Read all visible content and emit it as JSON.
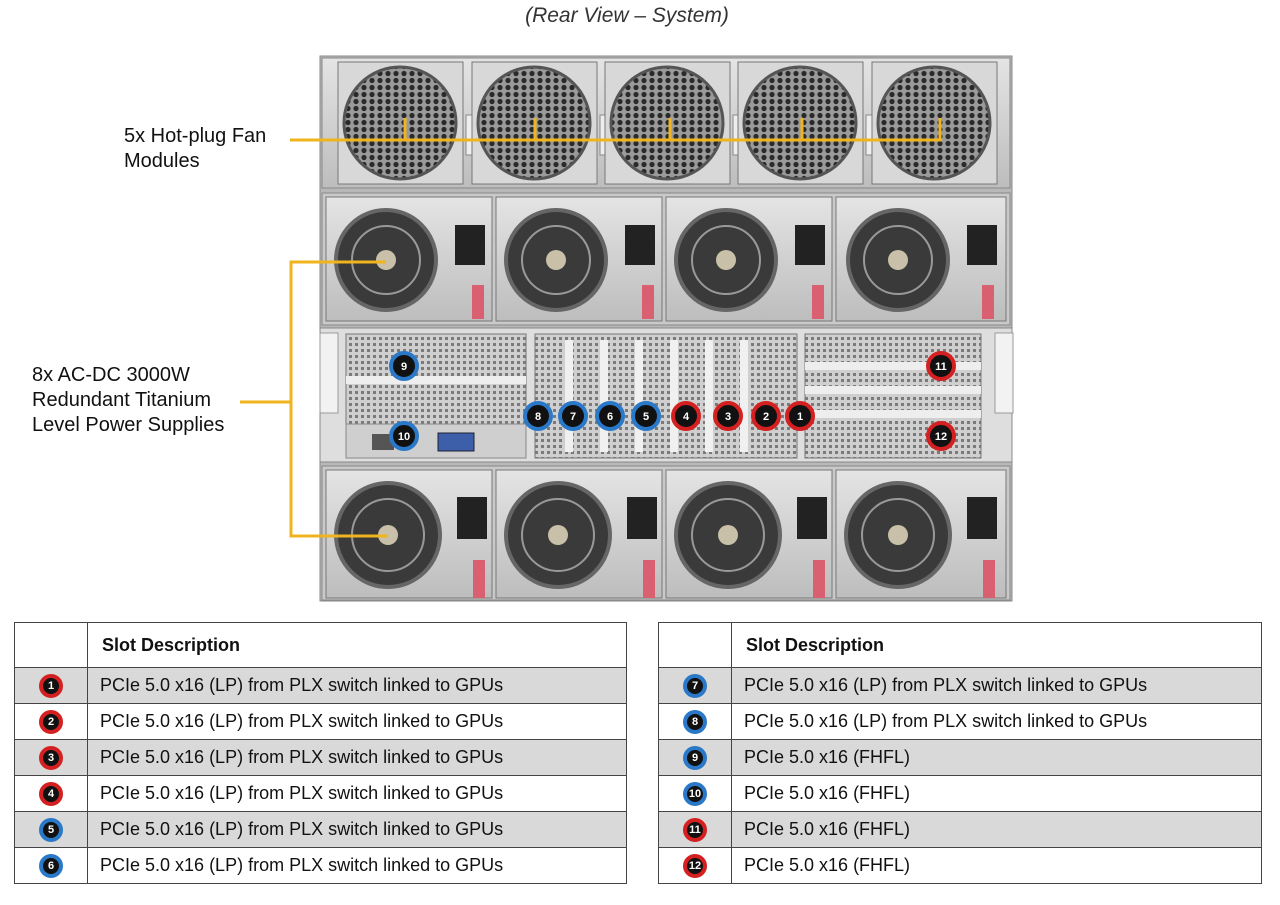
{
  "title": "(Rear View – System)",
  "callouts": {
    "fans": [
      "5x Hot-plug Fan",
      "Modules"
    ],
    "psus": [
      "8x AC-DC 3000W",
      "Redundant Titanium",
      "Level Power Supplies"
    ]
  },
  "colors": {
    "red_ring": "#d42020",
    "blue_ring": "#2a78c8",
    "leader": "#f0b41e",
    "row_shade": "#d9d9d9"
  },
  "chassis_slot_markers": [
    {
      "n": "1",
      "color": "red"
    },
    {
      "n": "2",
      "color": "red"
    },
    {
      "n": "3",
      "color": "red"
    },
    {
      "n": "4",
      "color": "red"
    },
    {
      "n": "5",
      "color": "blue"
    },
    {
      "n": "6",
      "color": "blue"
    },
    {
      "n": "7",
      "color": "blue"
    },
    {
      "n": "8",
      "color": "blue"
    },
    {
      "n": "9",
      "color": "blue"
    },
    {
      "n": "10",
      "color": "blue"
    },
    {
      "n": "11",
      "color": "red"
    },
    {
      "n": "12",
      "color": "red"
    }
  ],
  "tables": [
    {
      "header": "Slot  Description",
      "rows": [
        {
          "n": "1",
          "color": "red",
          "desc": "PCIe 5.0 x16 (LP) from PLX switch linked to GPUs"
        },
        {
          "n": "2",
          "color": "red",
          "desc": "PCIe 5.0 x16 (LP) from PLX switch linked to GPUs"
        },
        {
          "n": "3",
          "color": "red",
          "desc": "PCIe 5.0 x16 (LP) from PLX switch linked to GPUs"
        },
        {
          "n": "4",
          "color": "red",
          "desc": "PCIe 5.0 x16 (LP) from PLX switch linked to GPUs"
        },
        {
          "n": "5",
          "color": "blue",
          "desc": "PCIe 5.0 x16 (LP) from PLX switch linked to GPUs"
        },
        {
          "n": "6",
          "color": "blue",
          "desc": "PCIe 5.0 x16 (LP) from PLX switch linked to GPUs"
        }
      ]
    },
    {
      "header": "Slot  Description",
      "rows": [
        {
          "n": "7",
          "color": "blue",
          "desc": "PCIe 5.0 x16 (LP) from PLX switch linked to GPUs"
        },
        {
          "n": "8",
          "color": "blue",
          "desc": "PCIe 5.0 x16 (LP) from PLX switch linked to GPUs"
        },
        {
          "n": "9",
          "color": "blue",
          "desc": "PCIe 5.0 x16 (FHFL)"
        },
        {
          "n": "10",
          "color": "blue",
          "desc": "PCIe 5.0 x16 (FHFL)"
        },
        {
          "n": "11",
          "color": "red",
          "desc": "PCIe 5.0 x16 (FHFL)"
        },
        {
          "n": "12",
          "color": "red",
          "desc": "PCIe 5.0 x16 (FHFL)"
        }
      ]
    }
  ]
}
